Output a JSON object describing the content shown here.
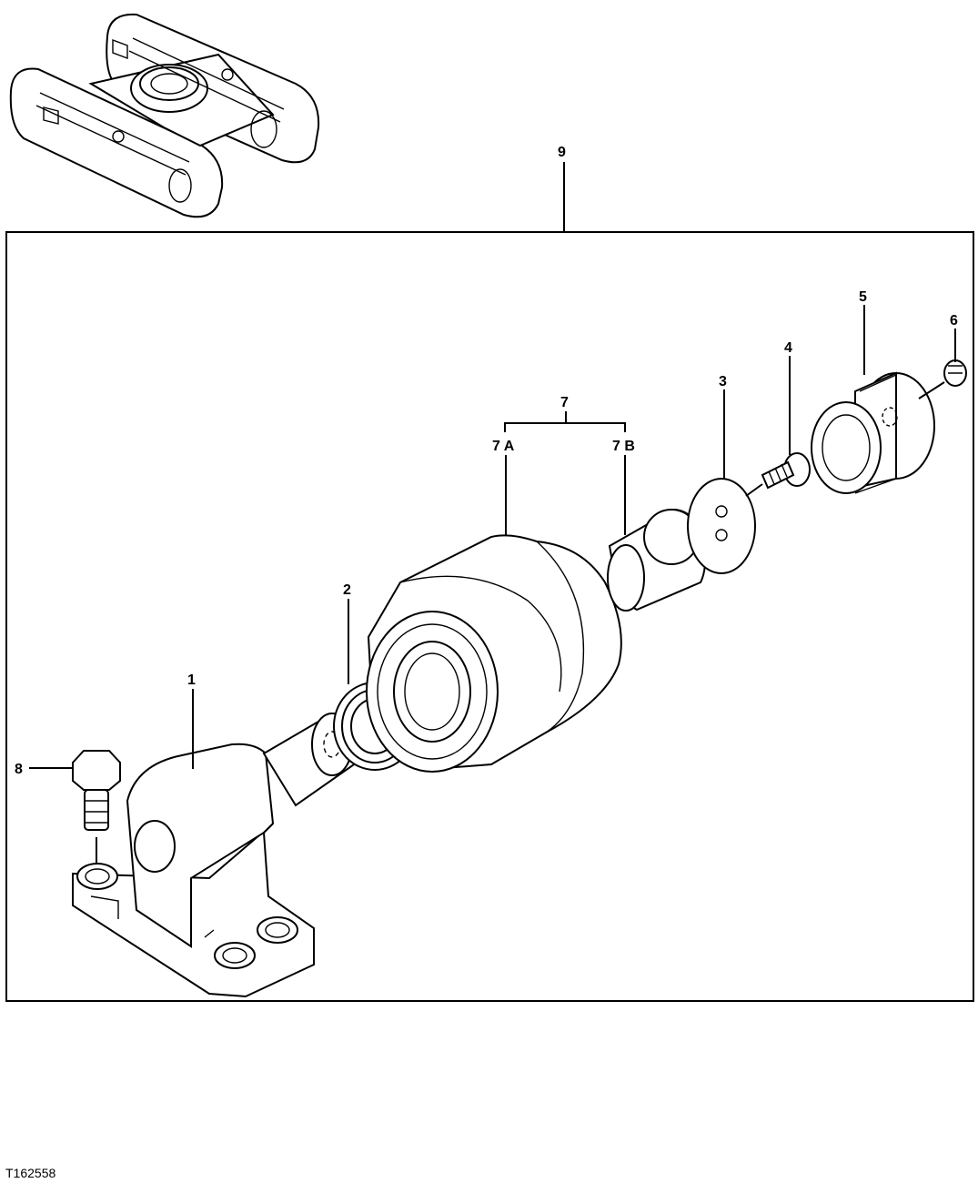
{
  "figure_id": "T162558",
  "callouts": {
    "c1": "1",
    "c2": "2",
    "c3": "3",
    "c4": "4",
    "c5": "5",
    "c6": "6",
    "c7": "7",
    "c7a": "7 A",
    "c7b": "7 B",
    "c8": "8",
    "c9": "9"
  }
}
